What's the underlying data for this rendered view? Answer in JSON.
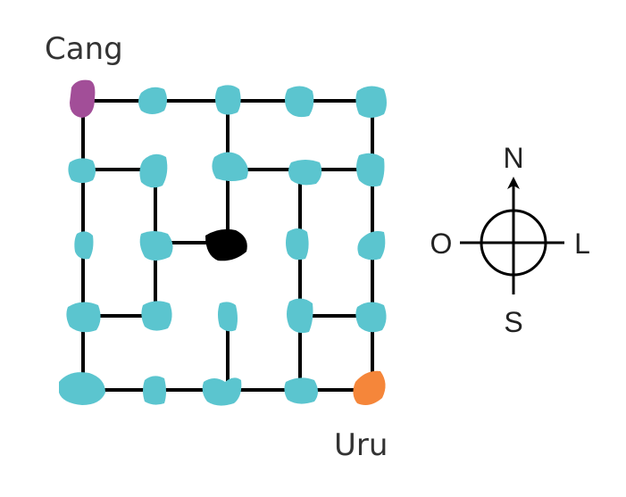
{
  "labels": {
    "start": "Cang",
    "end": "Uru"
  },
  "compass": {
    "north": "N",
    "south": "S",
    "west": "O",
    "east": "L"
  },
  "colors": {
    "node": "#5BC5CF",
    "start": "#A24E98",
    "end": "#F5863A",
    "center": "#000000",
    "edge": "#000000"
  }
}
